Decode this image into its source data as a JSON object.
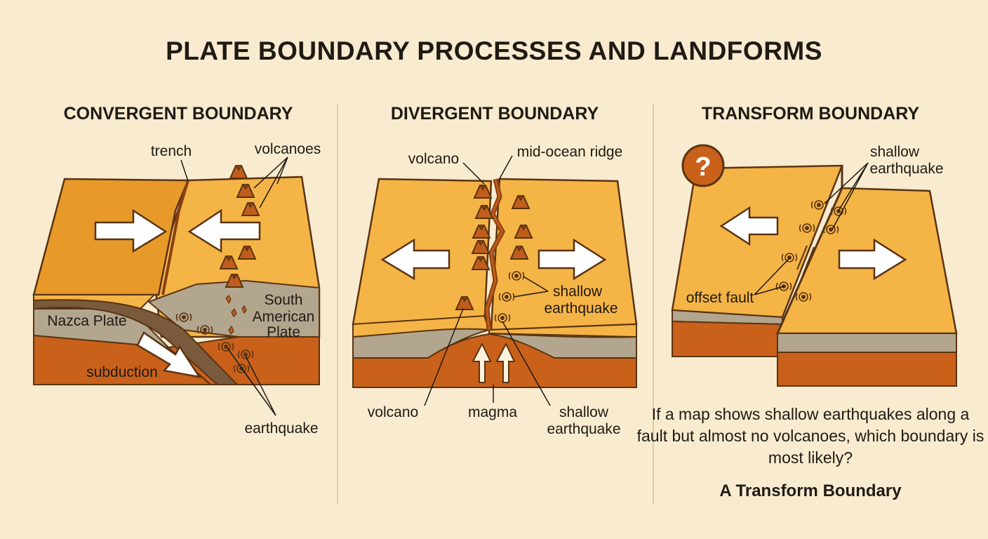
{
  "title": "PLATE BOUNDARY PROCESSES AND LANDFORMS",
  "panels": {
    "convergent": {
      "title": "CONVERGENT BOUNDARY",
      "labels": {
        "trench": "trench",
        "volcanoes": "volcanoes",
        "nazca": "Nazca Plate",
        "south_american": [
          "South",
          "American",
          "Plate"
        ],
        "subduction": "subduction",
        "earthquake": "earthquake"
      }
    },
    "divergent": {
      "title": "DIVERGENT BOUNDARY",
      "labels": {
        "volcano_top": "volcano",
        "ridge": "mid-ocean ridge",
        "shallow_eq_mid": [
          "shallow",
          "earthquake"
        ],
        "volcano_bottom": "volcano",
        "magma": "magma",
        "shallow_eq_bottom": [
          "shallow",
          "earthquake"
        ]
      }
    },
    "transform": {
      "title": "TRANSFORM BOUNDARY",
      "question_badge": "?",
      "labels": {
        "shallow_eq": [
          "shallow",
          "earthquake"
        ],
        "offset_fault": "offset fault"
      },
      "question": "If a map shows shallow earthquakes along a fault but almost no volcanoes, which boundary is most likely?",
      "answer": "A Transform Boundary"
    }
  },
  "colors": {
    "background": "#f8ebcf",
    "plate_top": "#f5b446",
    "plate_side": "#e79a2a",
    "mantle": "#c9611b",
    "crust_gray": "#b3a68e",
    "volcano": "#c05d1c",
    "outline": "#5a3412"
  }
}
